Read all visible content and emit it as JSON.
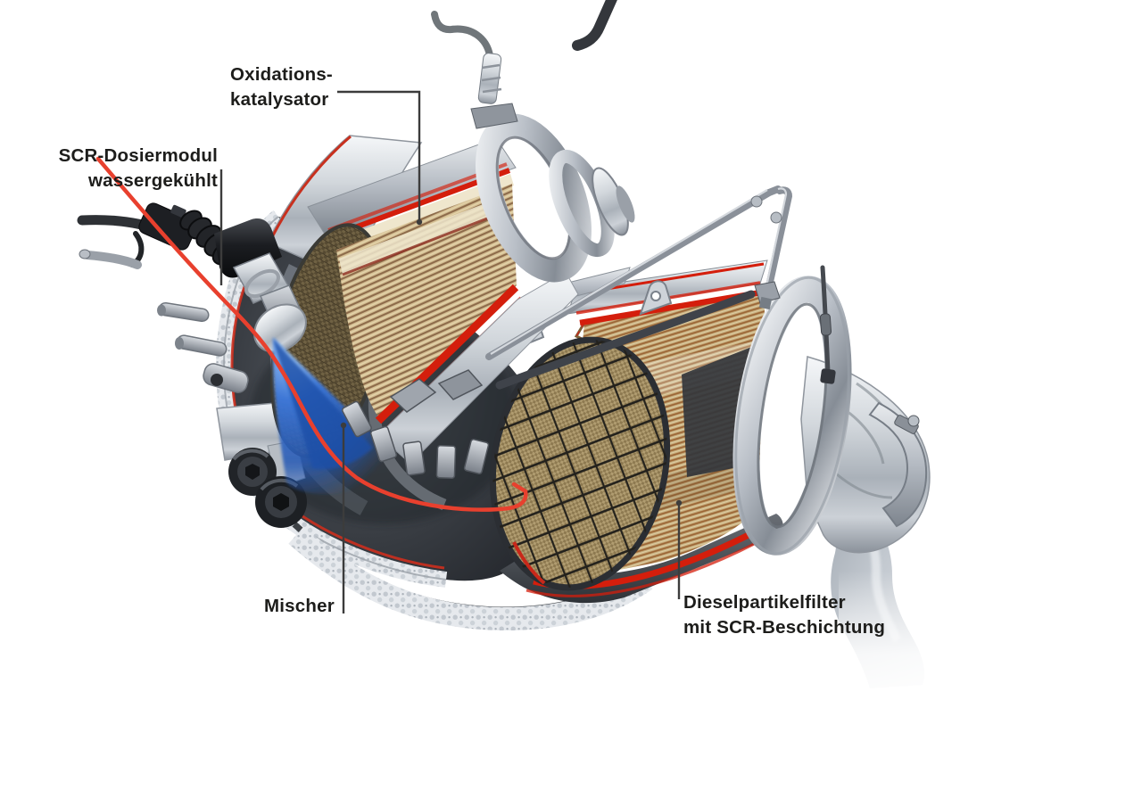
{
  "figure": {
    "kind": "technical-cutaway-illustration",
    "subject_labels_language": "de"
  },
  "labels": {
    "oxidation_catalyst": {
      "line1": "Oxidations-",
      "line2": "katalysator"
    },
    "scr_dosing_module": {
      "line1": "SCR-Dosiermodul",
      "line2": "wassergekühlt"
    },
    "mixer": {
      "text": "Mischer"
    },
    "particulate_filter": {
      "line1": "Dieselpartikelfilter",
      "line2": "mit SCR-Beschichtung"
    }
  },
  "colors": {
    "background": "#ffffff",
    "label_text": "#1d1d1b",
    "leader_line": "#3c3c3c",
    "heated_line_red": "#e8402e",
    "seal_red": "#d41e0c",
    "seal_dark_red": "#7d150c",
    "spray_blue": "#1c4fa8",
    "substrate_tan": "#d5c094",
    "dpf_substrate_tan": "#c9b180",
    "metal_light": "#eef0f3",
    "metal_dark": "#2e3237"
  }
}
